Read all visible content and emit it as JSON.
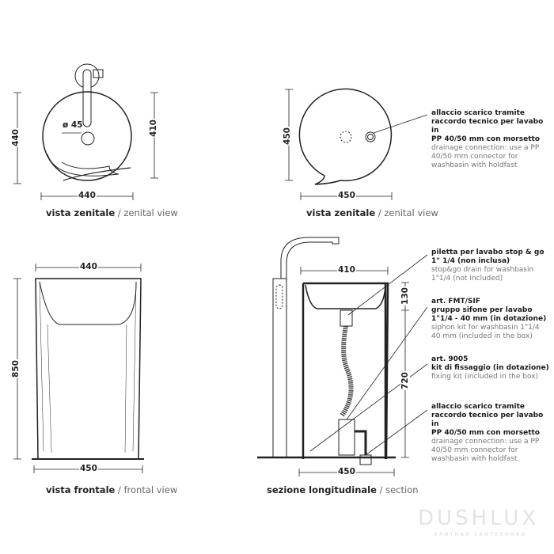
{
  "views": {
    "top_left": {
      "caption_it": "vista zenitale",
      "caption_en": "/ zenital view",
      "dim_width": "440",
      "dim_height_left": "440",
      "dim_height_right": "410",
      "dim_drain": "ø 45"
    },
    "top_right": {
      "caption_it": "vista zenitale",
      "caption_en": "/ zenital view",
      "dim_width": "450",
      "dim_height": "450"
    },
    "bottom_left": {
      "caption_it": "vista frontale",
      "caption_en": "/ frontal view",
      "dim_top": "440",
      "dim_height": "850",
      "dim_bottom": "450"
    },
    "bottom_right": {
      "caption_it": "sezione longitudinale",
      "caption_en": "/ section",
      "dim_top": "410",
      "dim_upper": "130",
      "dim_lower": "720",
      "dim_bottom": "450"
    }
  },
  "notes": [
    {
      "it": "allaccio scarico tramite\nraccordo tecnico per lavabo in\nPP 40/50 mm con morsetto",
      "en": "drainage connection: use a PP\n40/50 mm connector for\nwashbasin with holdfast"
    },
    {
      "it": "piletta per lavabo stop & go\n1\" 1/4 (non inclusa)",
      "en": "stop&go drain for washbasin\n1\"1/4 (not included)"
    },
    {
      "it": "art. FMT/SIF\ngruppo sifone per lavabo\n1\"1/4 - 40 mm (in dotazione)",
      "en": "siphon kit for washbasin 1\"1/4\n40 mm (included in the box)"
    },
    {
      "it": "art. 9005\nkit di fissaggio (in dotazione)",
      "en": "fixing kit (included in the box)"
    },
    {
      "it": "allaccio scarico tramite\nraccordo tecnico per lavabo in\nPP 40/50 mm con morsetto",
      "en": "drainage connection: use a PP\n40/50 mm connector for\nwashbasin with holdfast"
    }
  ],
  "watermark": {
    "brand": "DUSHLUX",
    "tagline": "ЭЛИТНАЯ САНТЕХНИКА"
  }
}
